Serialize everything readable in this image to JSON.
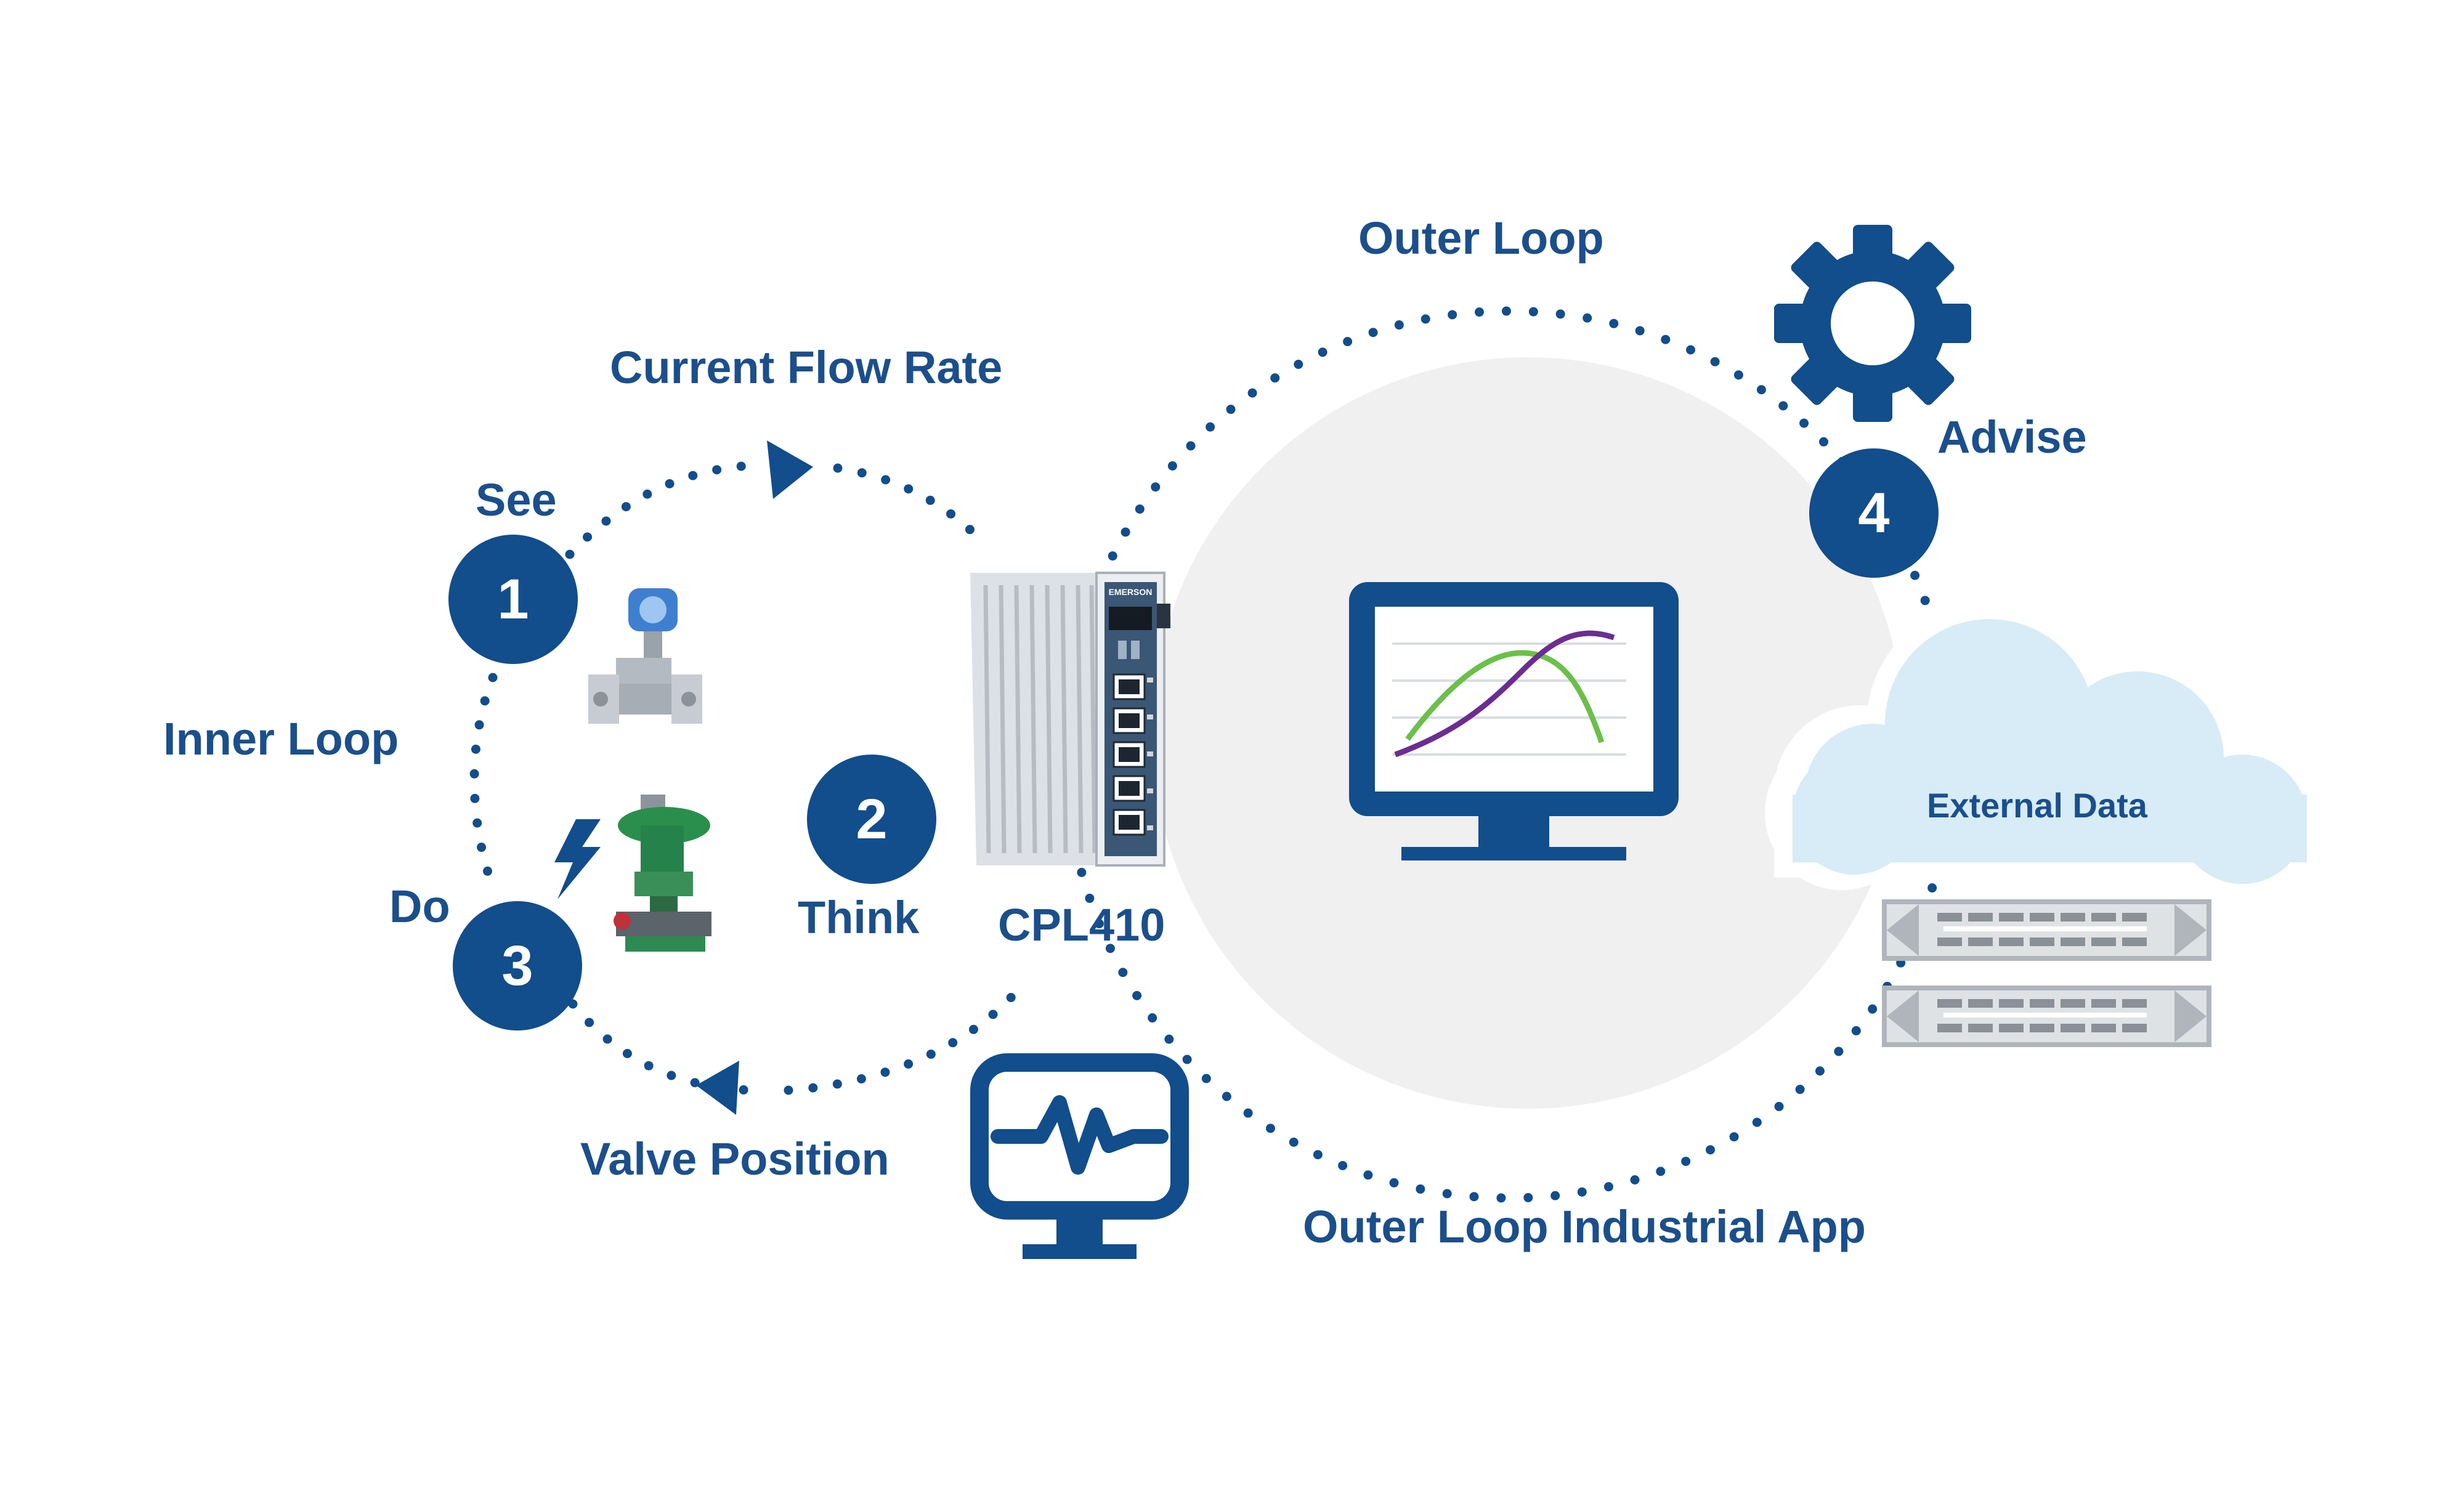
{
  "labels": {
    "outer_loop": "Outer Loop",
    "current_flow_rate": "Current Flow Rate",
    "see": "See",
    "inner_loop": "Inner Loop",
    "do": "Do",
    "think": "Think",
    "cpl410": "CPL410",
    "valve_position": "Valve Position",
    "outer_loop_industrial_app": "Outer Loop Industrial App",
    "advise": "Advise",
    "external_data": "External Data",
    "device_brand": "EMERSON"
  },
  "steps": [
    {
      "number": "1"
    },
    {
      "number": "2"
    },
    {
      "number": "3"
    },
    {
      "number": "4"
    }
  ],
  "colors": {
    "primary_blue": "#124d8c",
    "text_blue": "#1b4f8c",
    "grey_circle": "#f0f0f0",
    "cloud_light": "#d7ecf6",
    "cloud_outline": "#b9dcee",
    "line_green": "#6cbf4a",
    "line_purple": "#6b2d91"
  },
  "icons": [
    "flowmeter-icon",
    "valve-actuator-icon",
    "lightning-icon",
    "gear-icon",
    "monitor-chart-icon",
    "monitor-pulse-icon",
    "cloud-icon",
    "server-rack-icon"
  ]
}
